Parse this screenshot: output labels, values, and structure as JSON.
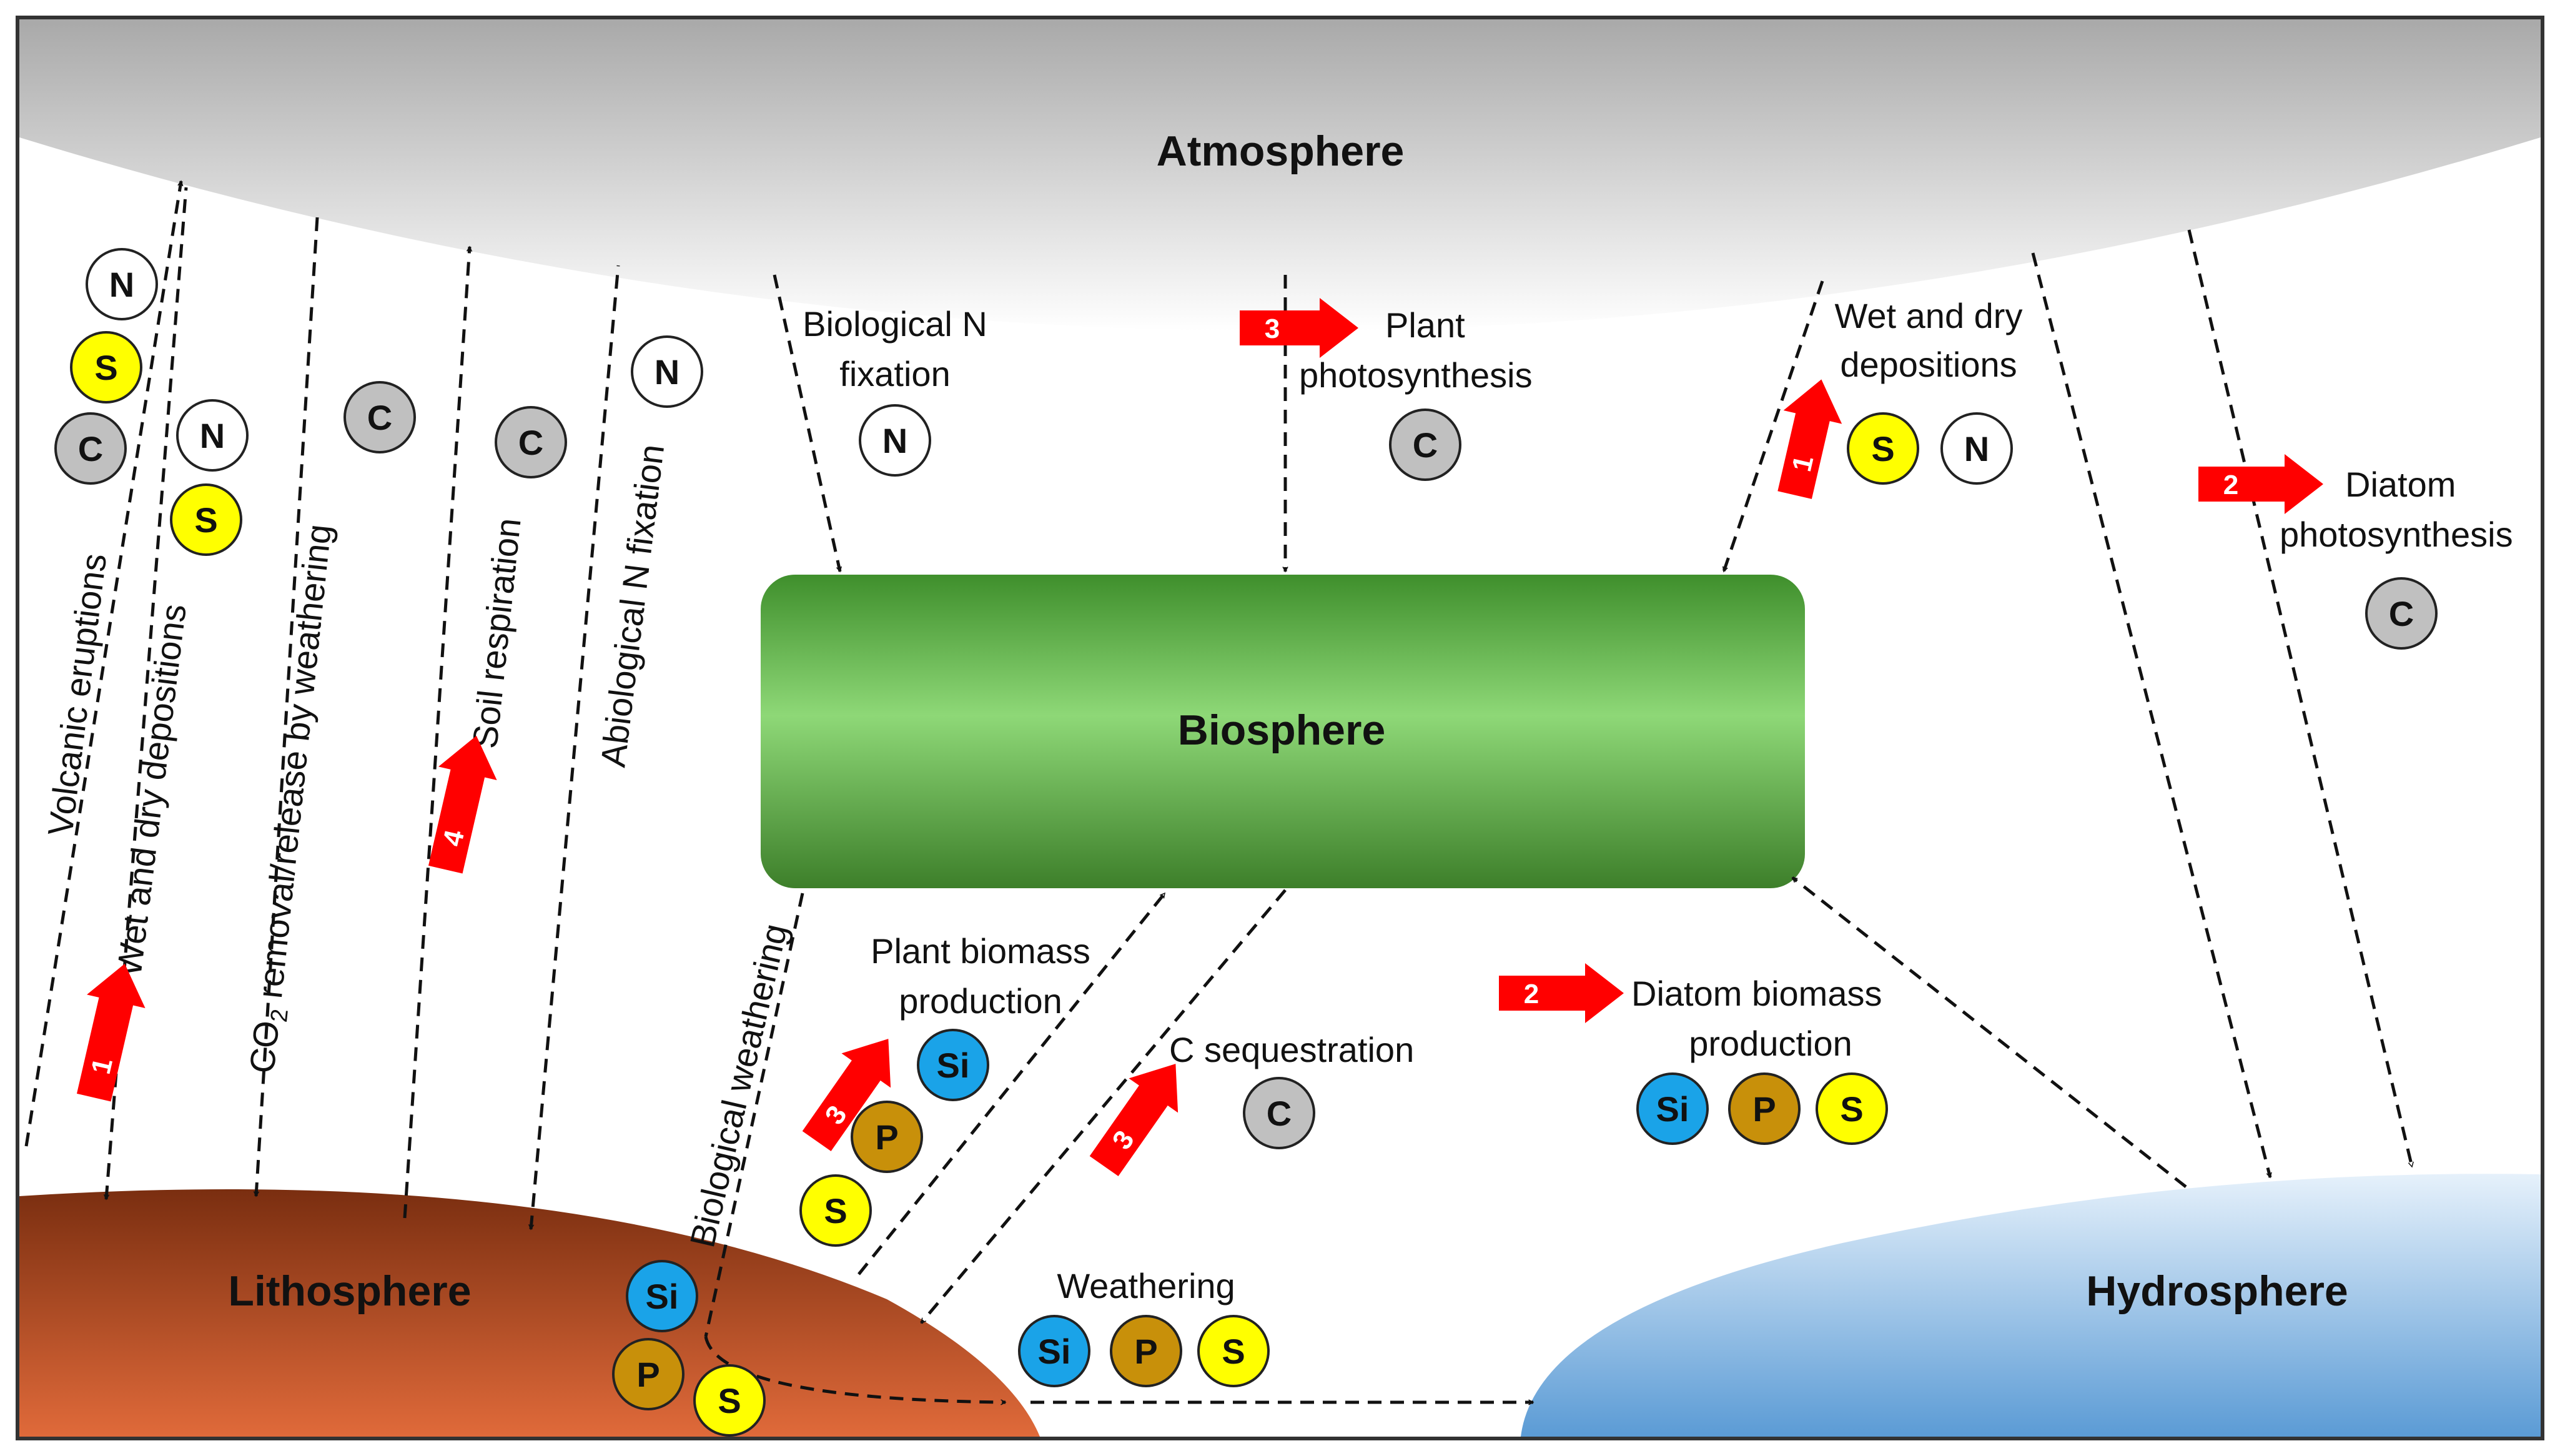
{
  "spheres": {
    "atmosphere": "Atmosphere",
    "biosphere": "Biosphere",
    "lithosphere": "Lithosphere",
    "hydrosphere": "Hydrosphere"
  },
  "processes": {
    "volcanic": "Volcanic eruptions",
    "wet_dry_left": "Wet and dry depositions",
    "co2_prefix": "CO",
    "co2_sub": "2",
    "co2_suffix": " removal/release by weathering",
    "soil_resp": "Soil respiration",
    "abio_n": "Abiological N fixation",
    "bio_weathering": "Biological weathering",
    "bio_n_1": "Biological N",
    "bio_n_2": "fixation",
    "plant_photo_1": "Plant",
    "plant_photo_2": "photosynthesis",
    "wet_dry_right_1": "Wet and dry",
    "wet_dry_right_2": "depositions",
    "diatom_photo_1": "Diatom",
    "diatom_photo_2": "photosynthesis",
    "plant_biomass_1": "Plant biomass",
    "plant_biomass_2": "production",
    "c_seq": "C sequestration",
    "diatom_biomass_1": "Diatom biomass",
    "diatom_biomass_2": "production",
    "weathering": "Weathering"
  },
  "elements": {
    "N": "N",
    "S": "S",
    "C": "C",
    "Si": "Si",
    "P": "P"
  },
  "element_colors": {
    "N": "#ffffff",
    "S": "#ffff00",
    "C": "#c0c0c0",
    "Si": "#1aa3e8",
    "P": "#c8900a"
  },
  "badges": {
    "volcanic_wet": "1",
    "soil_resp": "4",
    "plant_photo": "3",
    "wet_dry_right": "1",
    "diatom_photo": "2",
    "plant_biomass": "3",
    "c_seq": "3",
    "diatom_biomass": "2"
  },
  "colors": {
    "badge_red": "#ff0000",
    "biosphere_green": "#6abf4b",
    "lithosphere_brown": "#b04a1a",
    "hydrosphere_blue": "#6fa8dc",
    "atmosphere_gray": "#c8c8c8"
  }
}
